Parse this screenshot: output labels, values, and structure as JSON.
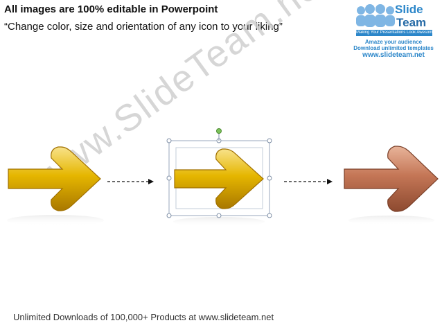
{
  "header": {
    "title": "All images are 100% editable in Powerpoint",
    "subtitle": "“Change color, size and orientation of any icon to your liking”"
  },
  "logo": {
    "word1": "Slide",
    "word2": "Team",
    "tagline": "Making Your Presentations Look Awesome",
    "line1": "Amaze your audience",
    "line2": "Download unlimited templates",
    "url": "www.slideteam.net"
  },
  "watermark": "www.SlideTeam.net",
  "footer": "Unlimited Downloads of 100,000+ Products at www.slideteam.net",
  "colors": {
    "gold": "#e0b100",
    "gold_dark": "#b07d00",
    "copper": "#c47656",
    "copper_dark": "#8d4a30",
    "selection": "#aab6c8"
  }
}
